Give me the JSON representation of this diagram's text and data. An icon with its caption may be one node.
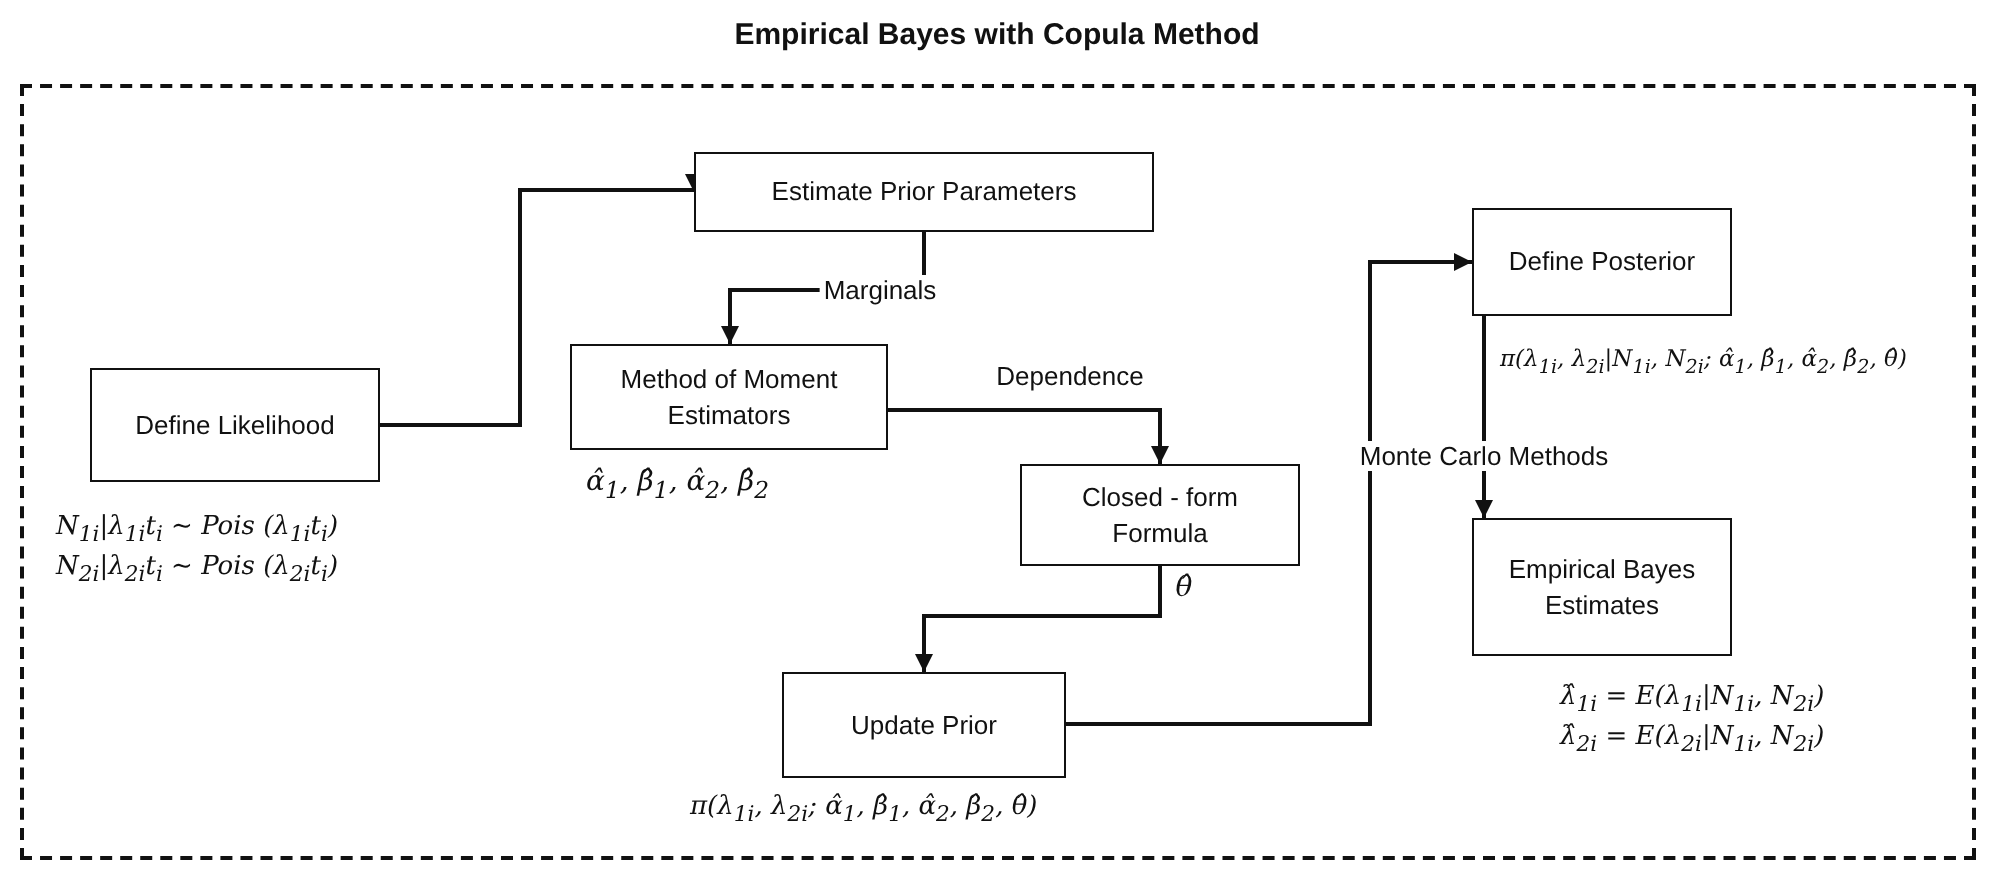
{
  "diagram": {
    "title": "Empirical Bayes with Copula Method",
    "nodes": [
      {
        "text": [],
        "shape": "box"
      },
      {
        "text": [
          "Define Likelihood"
        ],
        "in": 0,
        "beside": [
          "N$_{1i}$|λ$_{1i}$t$_{i}$ ∼ Pois (λ$_{1i}$t$_{i}$)",
          "N$_{2i}$|λ$_{2i}$t$_{i}$ ∼ Pois (λ$_{2i}$t$_{i}$)"
        ]
      },
      {
        "text": [
          "Estimate Prior Parameters"
        ],
        "in": 0
      },
      {
        "text": [
          "Method of Moment Estimators"
        ],
        "in": 0,
        "beside": [
          "α̂$_{1}$, β̂$_{1}$, α̂$_{2}$, β̂$_{2}$"
        ]
      },
      {
        "text": [
          "Closed - form Formula"
        ],
        "in": 0
      },
      {
        "text": [
          "Update Prior"
        ],
        "in": 0,
        "beside": [
          "π(λ$_{1i}$, λ$_{2i}$; α̂$_{1}$, β̂$_{1}$, α̂$_{2}$, β̂$_{2}$, θ̂)"
        ]
      },
      {
        "text": [
          "Define Posterior"
        ],
        "in": 0,
        "beside": [
          "π(λ$_{1i}$, λ$_{2i}$|N$_{1i}$, N$_{2i}$; α̂$_{1}$, β̂$_{1}$, α̂$_{2}$, β̂$_{2}$, θ̂)"
        ]
      },
      {
        "text": [
          "Empirical Bayes Estimates"
        ],
        "in": 0,
        "beside": [
          "λ̂$_{1i}$ = E(λ$_{1i}$|N$_{1i}$, N$_{2i}$)",
          "λ̂$_{2i}$ = E(λ$_{2i}$|N$_{1i}$, N$_{2i}$)"
        ]
      }
    ],
    "edges": [
      {
        "from": 1,
        "to": 2,
        "arrow": "to"
      },
      {
        "from": 2,
        "to": 3,
        "arrow": "to",
        "label": "Marginals"
      },
      {
        "from": 3,
        "to": 4,
        "arrow": "to",
        "label": "Dependence"
      },
      {
        "from": 4,
        "to": 5,
        "arrow": "to",
        "label": "θ̂"
      },
      {
        "from": 5,
        "to": 6,
        "arrow": "to"
      },
      {
        "from": 6,
        "to": 7,
        "arrow": "to",
        "label": "Monte Carlo Methods"
      }
    ]
  }
}
